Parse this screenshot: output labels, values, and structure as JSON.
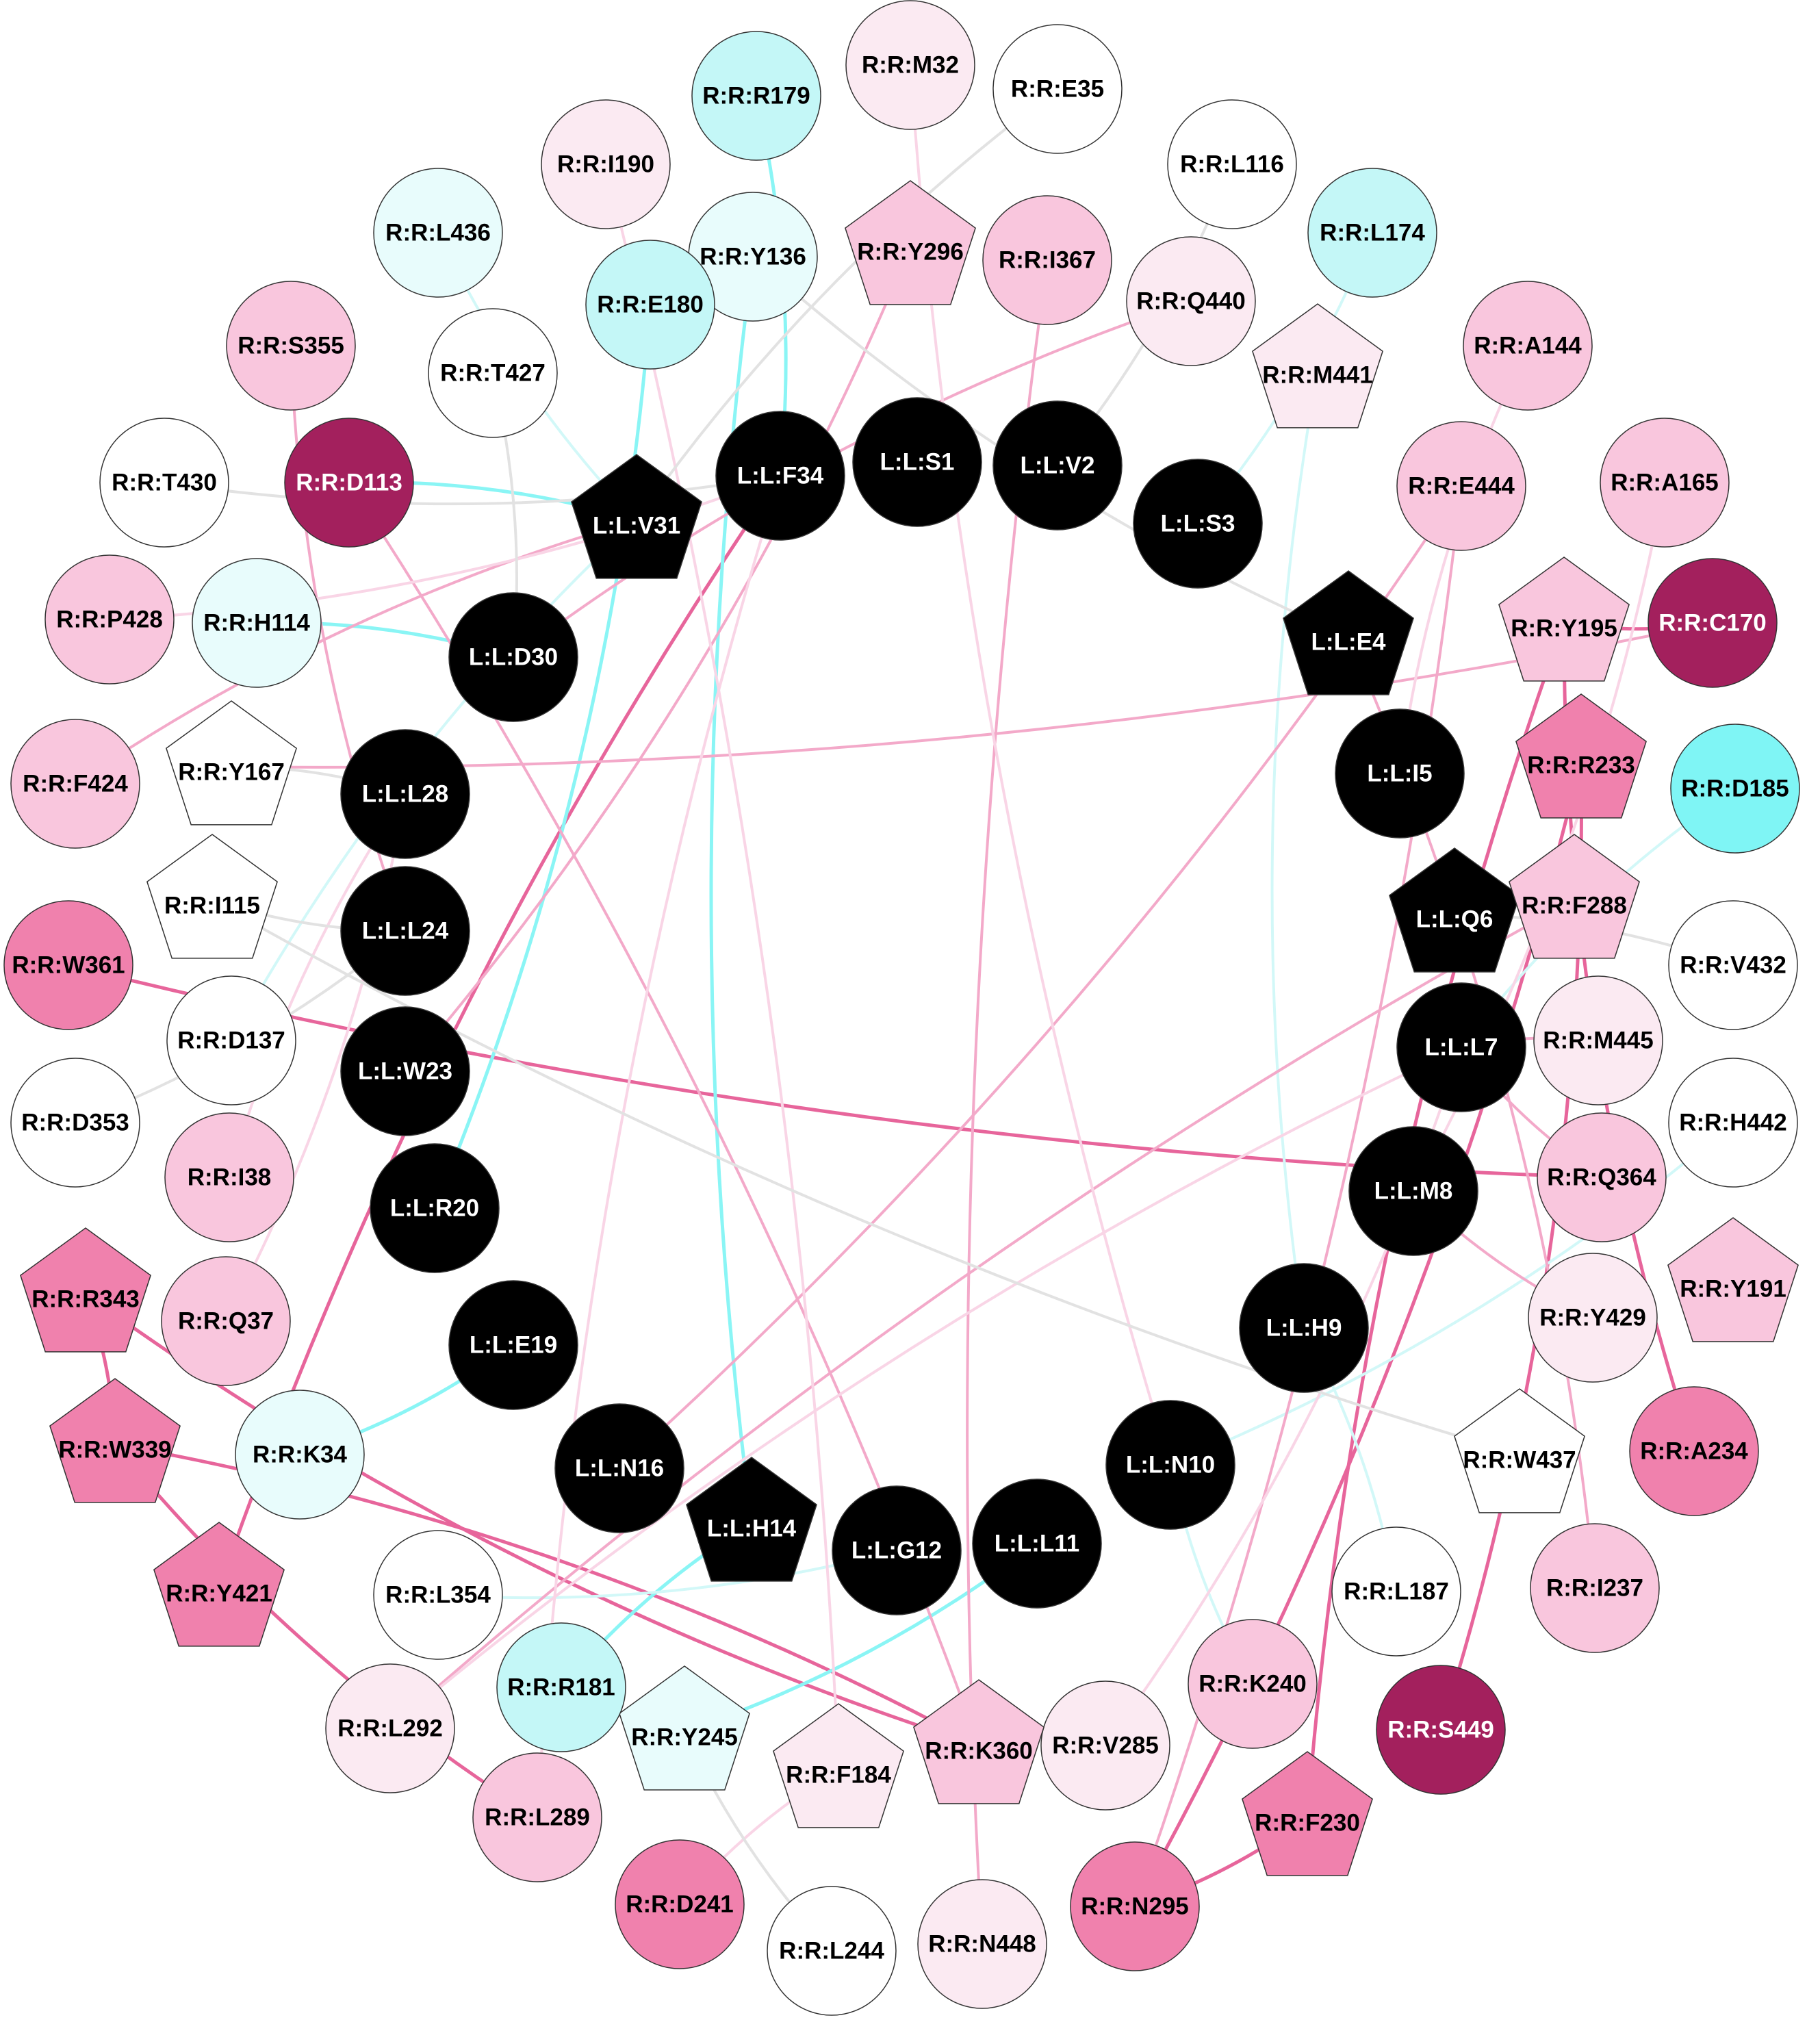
{
  "colors": {
    "ligand": "#000000",
    "white": "#ffffff",
    "cyan_light": "#e8fcfc",
    "cyan_mid": "#c4f7f7",
    "cyan": "#7ff5f5",
    "pink_pale": "#fbeaf2",
    "pink_light": "#f9c6dd",
    "pink_mid": "#f081ad",
    "maroon": "#a3205d",
    "edge_grey": "#e2e2e2",
    "edge_cyan": "#8af5f5",
    "edge_cyan_light": "#d2f8f8",
    "edge_pink": "#f3a9c9",
    "edge_pink_light": "#f9d5e6",
    "edge_pink_dark": "#e7659b"
  },
  "nodes": [
    {
      "id": "S1",
      "label": "L:L:S1",
      "shape": "circle",
      "fill": "ligand",
      "text": "white"
    },
    {
      "id": "V2",
      "label": "L:L:V2",
      "shape": "circle",
      "fill": "ligand",
      "text": "white"
    },
    {
      "id": "S3",
      "label": "L:L:S3",
      "shape": "circle",
      "fill": "ligand",
      "text": "white"
    },
    {
      "id": "E4",
      "label": "L:L:E4",
      "shape": "pentagon",
      "fill": "ligand",
      "text": "white"
    },
    {
      "id": "I5",
      "label": "L:L:I5",
      "shape": "circle",
      "fill": "ligand",
      "text": "white"
    },
    {
      "id": "Q6",
      "label": "L:L:Q6",
      "shape": "pentagon",
      "fill": "ligand",
      "text": "white"
    },
    {
      "id": "L7",
      "label": "L:L:L7",
      "shape": "circle",
      "fill": "ligand",
      "text": "white"
    },
    {
      "id": "M8",
      "label": "L:L:M8",
      "shape": "circle",
      "fill": "ligand",
      "text": "white"
    },
    {
      "id": "H9",
      "label": "L:L:H9",
      "shape": "circle",
      "fill": "ligand",
      "text": "white"
    },
    {
      "id": "N10",
      "label": "L:L:N10",
      "shape": "circle",
      "fill": "ligand",
      "text": "white"
    },
    {
      "id": "L11",
      "label": "L:L:L11",
      "shape": "circle",
      "fill": "ligand",
      "text": "white"
    },
    {
      "id": "G12",
      "label": "L:L:G12",
      "shape": "circle",
      "fill": "ligand",
      "text": "white"
    },
    {
      "id": "H14",
      "label": "L:L:H14",
      "shape": "pentagon",
      "fill": "ligand",
      "text": "white"
    },
    {
      "id": "N16",
      "label": "L:L:N16",
      "shape": "circle",
      "fill": "ligand",
      "text": "white"
    },
    {
      "id": "E19",
      "label": "L:L:E19",
      "shape": "circle",
      "fill": "ligand",
      "text": "white"
    },
    {
      "id": "R20",
      "label": "L:L:R20",
      "shape": "circle",
      "fill": "ligand",
      "text": "white"
    },
    {
      "id": "W23",
      "label": "L:L:W23",
      "shape": "circle",
      "fill": "ligand",
      "text": "white"
    },
    {
      "id": "L24",
      "label": "L:L:L24",
      "shape": "circle",
      "fill": "ligand",
      "text": "white"
    },
    {
      "id": "L28",
      "label": "L:L:L28",
      "shape": "circle",
      "fill": "ligand",
      "text": "white"
    },
    {
      "id": "D30",
      "label": "L:L:D30",
      "shape": "circle",
      "fill": "ligand",
      "text": "white"
    },
    {
      "id": "V31",
      "label": "L:L:V31",
      "shape": "pentagon",
      "fill": "ligand",
      "text": "white"
    },
    {
      "id": "F34",
      "label": "L:L:F34",
      "shape": "circle",
      "fill": "ligand",
      "text": "white"
    },
    {
      "id": "M32",
      "label": "R:R:M32",
      "shape": "circle",
      "fill": "pink_pale",
      "text": "black"
    },
    {
      "id": "E35",
      "label": "R:R:E35",
      "shape": "circle",
      "fill": "white",
      "text": "black"
    },
    {
      "id": "L116",
      "label": "R:R:L116",
      "shape": "circle",
      "fill": "white",
      "text": "black"
    },
    {
      "id": "L174",
      "label": "R:R:L174",
      "shape": "circle",
      "fill": "cyan_mid",
      "text": "black"
    },
    {
      "id": "A144",
      "label": "R:R:A144",
      "shape": "circle",
      "fill": "pink_light",
      "text": "black"
    },
    {
      "id": "A165",
      "label": "R:R:A165",
      "shape": "circle",
      "fill": "pink_light",
      "text": "black"
    },
    {
      "id": "C170",
      "label": "R:R:C170",
      "shape": "circle",
      "fill": "maroon",
      "text": "white"
    },
    {
      "id": "D185",
      "label": "R:R:D185",
      "shape": "circle",
      "fill": "cyan",
      "text": "black"
    },
    {
      "id": "V432",
      "label": "R:R:V432",
      "shape": "circle",
      "fill": "white",
      "text": "black"
    },
    {
      "id": "H442",
      "label": "R:R:H442",
      "shape": "circle",
      "fill": "white",
      "text": "black"
    },
    {
      "id": "Y191",
      "label": "R:R:Y191",
      "shape": "pentagon",
      "fill": "pink_light",
      "text": "black"
    },
    {
      "id": "A234",
      "label": "R:R:A234",
      "shape": "circle",
      "fill": "pink_mid",
      "text": "black"
    },
    {
      "id": "I237",
      "label": "R:R:I237",
      "shape": "circle",
      "fill": "pink_light",
      "text": "black"
    },
    {
      "id": "S449",
      "label": "R:R:S449",
      "shape": "circle",
      "fill": "maroon",
      "text": "white"
    },
    {
      "id": "F230",
      "label": "R:R:F230",
      "shape": "pentagon",
      "fill": "pink_mid",
      "text": "black"
    },
    {
      "id": "N295",
      "label": "R:R:N295",
      "shape": "circle",
      "fill": "pink_mid",
      "text": "black"
    },
    {
      "id": "N448",
      "label": "R:R:N448",
      "shape": "circle",
      "fill": "pink_pale",
      "text": "black"
    },
    {
      "id": "L244",
      "label": "R:R:L244",
      "shape": "circle",
      "fill": "white",
      "text": "black"
    },
    {
      "id": "D241",
      "label": "R:R:D241",
      "shape": "circle",
      "fill": "pink_mid",
      "text": "black"
    },
    {
      "id": "L289",
      "label": "R:R:L289",
      "shape": "circle",
      "fill": "pink_light",
      "text": "black"
    },
    {
      "id": "L292",
      "label": "R:R:L292",
      "shape": "circle",
      "fill": "pink_pale",
      "text": "black"
    },
    {
      "id": "Y421",
      "label": "R:R:Y421",
      "shape": "pentagon",
      "fill": "pink_mid",
      "text": "black"
    },
    {
      "id": "W339",
      "label": "R:R:W339",
      "shape": "pentagon",
      "fill": "pink_mid",
      "text": "black"
    },
    {
      "id": "R343",
      "label": "R:R:R343",
      "shape": "pentagon",
      "fill": "pink_mid",
      "text": "black"
    },
    {
      "id": "D353",
      "label": "R:R:D353",
      "shape": "circle",
      "fill": "white",
      "text": "black"
    },
    {
      "id": "W361",
      "label": "R:R:W361",
      "shape": "circle",
      "fill": "pink_mid",
      "text": "black"
    },
    {
      "id": "F424",
      "label": "R:R:F424",
      "shape": "circle",
      "fill": "pink_light",
      "text": "black"
    },
    {
      "id": "P428",
      "label": "R:R:P428",
      "shape": "circle",
      "fill": "pink_light",
      "text": "black"
    },
    {
      "id": "T430",
      "label": "R:R:T430",
      "shape": "circle",
      "fill": "white",
      "text": "black"
    },
    {
      "id": "S355",
      "label": "R:R:S355",
      "shape": "circle",
      "fill": "pink_light",
      "text": "black"
    },
    {
      "id": "L436",
      "label": "R:R:L436",
      "shape": "circle",
      "fill": "cyan_light",
      "text": "black"
    },
    {
      "id": "I190",
      "label": "R:R:I190",
      "shape": "circle",
      "fill": "pink_pale",
      "text": "black"
    },
    {
      "id": "R179",
      "label": "R:R:R179",
      "shape": "circle",
      "fill": "cyan_mid",
      "text": "black"
    },
    {
      "id": "Y136",
      "label": "R:R:Y136",
      "shape": "circle",
      "fill": "cyan_light",
      "text": "black"
    },
    {
      "id": "Y296",
      "label": "R:R:Y296",
      "shape": "pentagon",
      "fill": "pink_light",
      "text": "black"
    },
    {
      "id": "I367",
      "label": "R:R:I367",
      "shape": "circle",
      "fill": "pink_light",
      "text": "black"
    },
    {
      "id": "Q440",
      "label": "R:R:Q440",
      "shape": "circle",
      "fill": "pink_pale",
      "text": "black"
    },
    {
      "id": "M441",
      "label": "R:R:M441",
      "shape": "pentagon",
      "fill": "pink_pale",
      "text": "black"
    },
    {
      "id": "E444",
      "label": "R:R:E444",
      "shape": "circle",
      "fill": "pink_light",
      "text": "black"
    },
    {
      "id": "Y195",
      "label": "R:R:Y195",
      "shape": "pentagon",
      "fill": "pink_light",
      "text": "black"
    },
    {
      "id": "R233",
      "label": "R:R:R233",
      "shape": "pentagon",
      "fill": "pink_mid",
      "text": "black"
    },
    {
      "id": "F288",
      "label": "R:R:F288",
      "shape": "pentagon",
      "fill": "pink_light",
      "text": "black"
    },
    {
      "id": "M445",
      "label": "R:R:M445",
      "shape": "circle",
      "fill": "pink_pale",
      "text": "black"
    },
    {
      "id": "Q364",
      "label": "R:R:Q364",
      "shape": "circle",
      "fill": "pink_light",
      "text": "black"
    },
    {
      "id": "Y429",
      "label": "R:R:Y429",
      "shape": "circle",
      "fill": "pink_pale",
      "text": "black"
    },
    {
      "id": "W437",
      "label": "R:R:W437",
      "shape": "pentagon",
      "fill": "white",
      "text": "black"
    },
    {
      "id": "L187",
      "label": "R:R:L187",
      "shape": "circle",
      "fill": "white",
      "text": "black"
    },
    {
      "id": "K240",
      "label": "R:R:K240",
      "shape": "circle",
      "fill": "pink_light",
      "text": "black"
    },
    {
      "id": "V285",
      "label": "R:R:V285",
      "shape": "circle",
      "fill": "pink_pale",
      "text": "black"
    },
    {
      "id": "K360",
      "label": "R:R:K360",
      "shape": "pentagon",
      "fill": "pink_light",
      "text": "black"
    },
    {
      "id": "F184",
      "label": "R:R:F184",
      "shape": "pentagon",
      "fill": "pink_pale",
      "text": "black"
    },
    {
      "id": "Y245",
      "label": "R:R:Y245",
      "shape": "pentagon",
      "fill": "cyan_light",
      "text": "black"
    },
    {
      "id": "R181",
      "label": "R:R:R181",
      "shape": "circle",
      "fill": "cyan_mid",
      "text": "black"
    },
    {
      "id": "L354",
      "label": "R:R:L354",
      "shape": "circle",
      "fill": "white",
      "text": "black"
    },
    {
      "id": "K34",
      "label": "R:R:K34",
      "shape": "circle",
      "fill": "cyan_light",
      "text": "black"
    },
    {
      "id": "Q37",
      "label": "R:R:Q37",
      "shape": "circle",
      "fill": "pink_light",
      "text": "black"
    },
    {
      "id": "I38",
      "label": "R:R:I38",
      "shape": "circle",
      "fill": "pink_light",
      "text": "black"
    },
    {
      "id": "D137",
      "label": "R:R:D137",
      "shape": "circle",
      "fill": "white",
      "text": "black"
    },
    {
      "id": "I115",
      "label": "R:R:I115",
      "shape": "pentagon",
      "fill": "white",
      "text": "black"
    },
    {
      "id": "Y167",
      "label": "R:R:Y167",
      "shape": "pentagon",
      "fill": "white",
      "text": "black"
    },
    {
      "id": "H114",
      "label": "R:R:H114",
      "shape": "circle",
      "fill": "cyan_light",
      "text": "black"
    },
    {
      "id": "D113",
      "label": "R:R:D113",
      "shape": "circle",
      "fill": "maroon",
      "text": "white"
    },
    {
      "id": "T427",
      "label": "R:R:T427",
      "shape": "circle",
      "fill": "white",
      "text": "black"
    },
    {
      "id": "E180",
      "label": "R:R:E180",
      "shape": "circle",
      "fill": "cyan_mid",
      "text": "black"
    }
  ],
  "edges": [
    {
      "a": "W361",
      "b": "Q364",
      "color": "edge_pink_dark"
    },
    {
      "a": "R343",
      "b": "W339",
      "color": "edge_pink_dark"
    },
    {
      "a": "R343",
      "b": "K360",
      "color": "edge_pink_dark"
    },
    {
      "a": "W339",
      "b": "K360",
      "color": "edge_pink_dark"
    },
    {
      "a": "W339",
      "b": "L289",
      "color": "edge_pink_dark"
    },
    {
      "a": "Y421",
      "b": "F34",
      "color": "edge_pink_dark"
    },
    {
      "a": "N295",
      "b": "F230",
      "color": "edge_pink_dark"
    },
    {
      "a": "F230",
      "b": "Y195",
      "color": "edge_pink_dark"
    },
    {
      "a": "S449",
      "b": "R233",
      "color": "edge_pink_dark"
    },
    {
      "a": "A234",
      "b": "Y195",
      "color": "edge_pink_dark"
    },
    {
      "a": "N295",
      "b": "R233",
      "color": "edge_pink_dark"
    },
    {
      "a": "C170",
      "b": "Y195",
      "color": "edge_pink_dark"
    },
    {
      "a": "F34",
      "b": "R179",
      "color": "edge_cyan"
    },
    {
      "a": "E180",
      "b": "R20",
      "color": "edge_cyan"
    },
    {
      "a": "Y136",
      "b": "H14",
      "color": "edge_cyan"
    },
    {
      "a": "H114",
      "b": "D30",
      "color": "edge_cyan"
    },
    {
      "a": "K34",
      "b": "E19",
      "color": "edge_cyan"
    },
    {
      "a": "R181",
      "b": "H14",
      "color": "edge_cyan"
    },
    {
      "a": "Y245",
      "b": "L11",
      "color": "edge_cyan"
    },
    {
      "a": "D113",
      "b": "V31",
      "color": "edge_cyan"
    },
    {
      "a": "D185",
      "b": "L7",
      "color": "edge_cyan_light"
    },
    {
      "a": "L174",
      "b": "S3",
      "color": "edge_cyan_light"
    },
    {
      "a": "L436",
      "b": "V31",
      "color": "edge_cyan_light"
    },
    {
      "a": "D137",
      "b": "V31",
      "color": "edge_cyan_light"
    },
    {
      "a": "L187",
      "b": "H9",
      "color": "edge_cyan_light"
    },
    {
      "a": "K240",
      "b": "N10",
      "color": "edge_cyan_light"
    },
    {
      "a": "M441",
      "b": "H9",
      "color": "edge_cyan_light"
    },
    {
      "a": "H442",
      "b": "N10",
      "color": "edge_cyan_light"
    },
    {
      "a": "L354",
      "b": "G12",
      "color": "edge_cyan_light"
    },
    {
      "a": "Y296",
      "b": "W23",
      "color": "edge_pink"
    },
    {
      "a": "Q440",
      "b": "D30",
      "color": "edge_pink"
    },
    {
      "a": "F424",
      "b": "V31",
      "color": "edge_pink"
    },
    {
      "a": "Y167",
      "b": "C170",
      "color": "edge_pink"
    },
    {
      "a": "D113",
      "b": "K360",
      "color": "edge_pink"
    },
    {
      "a": "S355",
      "b": "L24",
      "color": "edge_pink"
    },
    {
      "a": "E444",
      "b": "N16",
      "color": "edge_pink"
    },
    {
      "a": "F288",
      "b": "L292",
      "color": "edge_pink"
    },
    {
      "a": "Q364",
      "b": "L7",
      "color": "edge_pink"
    },
    {
      "a": "M445",
      "b": "L7",
      "color": "edge_pink"
    },
    {
      "a": "Y429",
      "b": "M8",
      "color": "edge_pink"
    },
    {
      "a": "I367",
      "b": "N448",
      "color": "edge_pink"
    },
    {
      "a": "E444",
      "b": "N295",
      "color": "edge_pink"
    },
    {
      "a": "I237",
      "b": "E4",
      "color": "edge_pink"
    },
    {
      "a": "D241",
      "b": "F184",
      "color": "edge_pink_light"
    },
    {
      "a": "M32",
      "b": "N10",
      "color": "edge_pink_light"
    },
    {
      "a": "I190",
      "b": "F184",
      "color": "edge_pink_light"
    },
    {
      "a": "P428",
      "b": "F34",
      "color": "edge_pink_light"
    },
    {
      "a": "L292",
      "b": "L7",
      "color": "edge_pink_light"
    },
    {
      "a": "V285",
      "b": "L7",
      "color": "edge_pink_light"
    },
    {
      "a": "A165",
      "b": "M8",
      "color": "edge_pink_light"
    },
    {
      "a": "A144",
      "b": "I5",
      "color": "edge_pink_light"
    },
    {
      "a": "L289",
      "b": "F34",
      "color": "edge_pink_light"
    },
    {
      "a": "Q37",
      "b": "L28",
      "color": "edge_pink_light"
    },
    {
      "a": "I38",
      "b": "L28",
      "color": "edge_pink_light"
    },
    {
      "a": "E35",
      "b": "V31",
      "color": "edge_grey"
    },
    {
      "a": "L116",
      "b": "V2",
      "color": "edge_grey"
    },
    {
      "a": "T430",
      "b": "F34",
      "color": "edge_grey"
    },
    {
      "a": "T427",
      "b": "D30",
      "color": "edge_grey"
    },
    {
      "a": "D353",
      "b": "L24",
      "color": "edge_grey"
    },
    {
      "a": "W437",
      "b": "I115",
      "color": "edge_grey"
    },
    {
      "a": "V432",
      "b": "Q6",
      "color": "edge_grey"
    },
    {
      "a": "L244",
      "b": "Y245",
      "color": "edge_grey"
    },
    {
      "a": "Y136",
      "b": "E4",
      "color": "edge_grey"
    },
    {
      "a": "Y167",
      "b": "L28",
      "color": "edge_grey"
    },
    {
      "a": "I115",
      "b": "L24",
      "color": "edge_grey"
    }
  ]
}
